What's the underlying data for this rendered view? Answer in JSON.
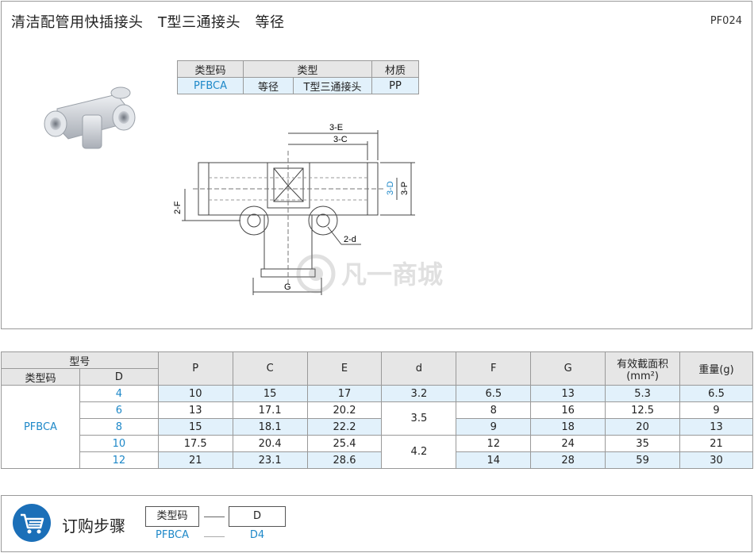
{
  "header": {
    "title": "清洁配管用快插接头　T型三通接头　等径",
    "code": "PF024"
  },
  "type_table": {
    "headers": [
      "类型码",
      "类型",
      "材质"
    ],
    "row": [
      "PFBCA",
      "等径",
      "T型三通接头",
      "PP"
    ]
  },
  "drawing_labels": {
    "e": "3-E",
    "c": "3-C",
    "d": "3-D",
    "p": "3-P",
    "f": "2-F",
    "small_d": "2-d",
    "g": "G"
  },
  "watermark": "凡一商城",
  "spec_table": {
    "group_header": "型号",
    "sub_headers": [
      "类型码",
      "D"
    ],
    "columns": [
      "P",
      "C",
      "E",
      "d",
      "F",
      "G",
      "有效截面积",
      "(mm²)",
      "重量(g)"
    ],
    "type_code": "PFBCA",
    "rows": [
      {
        "D": "4",
        "P": "10",
        "C": "15",
        "E": "17",
        "F": "6.5",
        "G": "13",
        "A": "5.3",
        "W": "6.5"
      },
      {
        "D": "6",
        "P": "13",
        "C": "17.1",
        "E": "20.2",
        "F": "8",
        "G": "16",
        "A": "12.5",
        "W": "9"
      },
      {
        "D": "8",
        "P": "15",
        "C": "18.1",
        "E": "22.2",
        "F": "9",
        "G": "18",
        "A": "20",
        "W": "13"
      },
      {
        "D": "10",
        "P": "17.5",
        "C": "20.4",
        "E": "25.4",
        "F": "12",
        "G": "24",
        "A": "35",
        "W": "21"
      },
      {
        "D": "12",
        "P": "21",
        "C": "23.1",
        "E": "28.6",
        "F": "14",
        "G": "28",
        "A": "59",
        "W": "30"
      }
    ],
    "d_values": [
      "3.2",
      "3.5",
      "4.2"
    ]
  },
  "order": {
    "title": "订购步骤",
    "box1": "类型码",
    "box2": "D",
    "example1": "PFBCA",
    "example2": "D4",
    "accent": "#1b6fb8"
  }
}
